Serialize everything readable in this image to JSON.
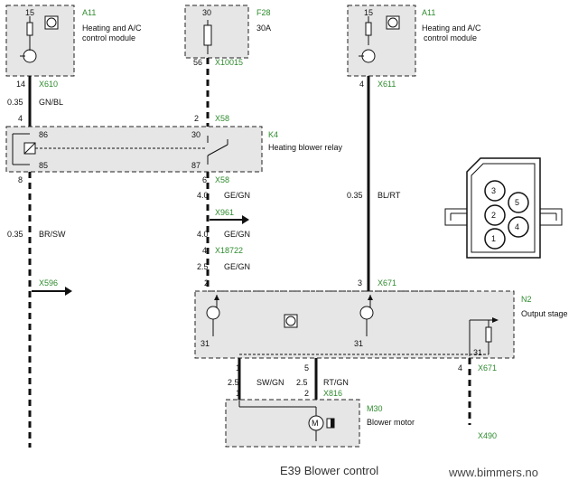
{
  "labels": {
    "a11_left_id": "A11",
    "a11_left_name_1": "Heating and A/C",
    "a11_left_name_2": "control module",
    "a11_left_pin_top": "15",
    "a11_left_pin": "14",
    "a11_left_conn": "X610",
    "f28_id": "F28",
    "f28_rating": "30A",
    "f28_pin_top": "30",
    "f28_pin": "56",
    "f28_conn": "X10015",
    "a11_right_id": "A11",
    "a11_right_name_1": "Heating and A/C",
    "a11_right_name_2": "control module",
    "a11_right_pin_top": "15",
    "a11_right_pin": "4",
    "a11_right_conn": "X611",
    "w1_size": "0.35",
    "w1_color": "GN/BL",
    "k4_pin_left_top": "4",
    "k4_pin_right_top": "2",
    "k4_conn_top": "X58",
    "k4_id": "K4",
    "k4_name": "Heating blower relay",
    "k4_term_86": "86",
    "k4_term_85": "85",
    "k4_term_30": "30",
    "k4_term_87": "87",
    "k4_pin_left_bot": "8",
    "k4_pin_right_bot": "6",
    "k4_conn_bot": "X58",
    "w2_size": "4.0",
    "w2_color": "GE/GN",
    "w3_size": "0.35",
    "w3_color": "BL/RT",
    "x961": "X961",
    "w4_size": "4.0",
    "w4_color": "GE/GN",
    "x18722_pin": "4",
    "x18722": "X18722",
    "w5_size": "2.5",
    "w5_color": "GE/GN",
    "w6_size": "0.35",
    "w6_color": "BR/SW",
    "x596": "X596",
    "n2_pin_left": "2",
    "n2_pin_mid": "3",
    "n2_conn_top": "X671",
    "n2_id": "N2",
    "n2_name": "Output stage",
    "n2_gnd_1": "31",
    "n2_gnd_2": "31",
    "n2_gnd_3": "31",
    "n2_pin_b1": "1",
    "n2_pin_b2": "5",
    "n2_pin_b3": "4",
    "n2_conn_bot": "X671",
    "w7_size": "2.5",
    "w7_color": "SW/GN",
    "w8_size": "2.5",
    "w8_color": "RT/GN",
    "x816_pin_1": "1",
    "x816_pin_2": "2",
    "x816": "X816",
    "m30_id": "M30",
    "m30_name": "Blower motor",
    "motor_symbol": "M",
    "x490": "X490",
    "conn_pins": [
      "1",
      "2",
      "3",
      "4",
      "5"
    ],
    "title": "E39 Blower control",
    "watermark": "www.bimmers.no"
  }
}
